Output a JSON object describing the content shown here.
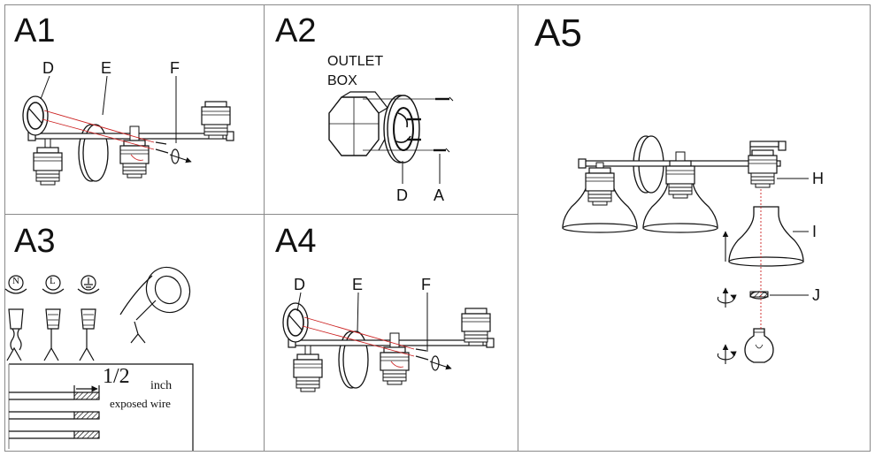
{
  "panels": {
    "a1": {
      "title": "A1",
      "labels": {
        "d": "D",
        "e": "E",
        "f": "F"
      }
    },
    "a2": {
      "title": "A2",
      "outlet_line1": "OUTLET",
      "outlet_line2": "BOX",
      "labels": {
        "d": "D",
        "a": "A"
      }
    },
    "a3": {
      "title": "A3",
      "symbols": {
        "n": "N",
        "l": "L"
      },
      "fraction": "1/2",
      "unit": "inch",
      "exposed": "exposed wire"
    },
    "a4": {
      "title": "A4",
      "labels": {
        "d": "D",
        "e": "E",
        "f": "F"
      }
    },
    "a5": {
      "title": "A5",
      "labels": {
        "h": "H",
        "i": "I",
        "j": "J"
      }
    }
  },
  "colors": {
    "line": "#111111",
    "border": "#8a8a8a",
    "wire": "#cc2222"
  }
}
